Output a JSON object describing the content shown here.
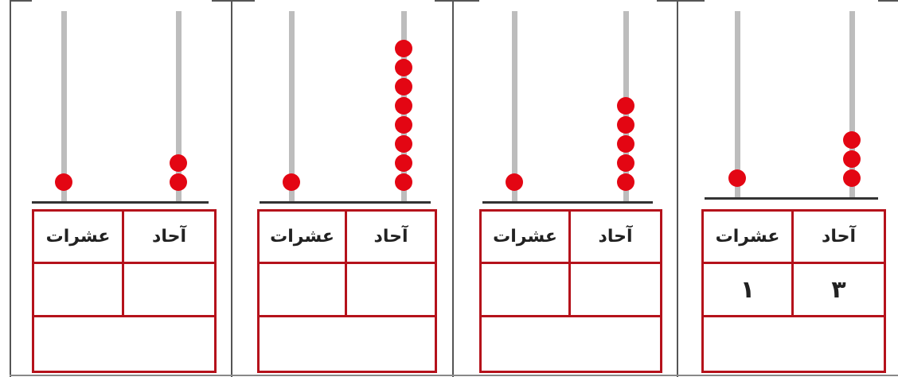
{
  "panels": [
    {
      "tens_label": "عشرات",
      "ones_label": "آحاد",
      "tens_beads": 1,
      "ones_beads": 2,
      "tens_value": "",
      "ones_value": ""
    },
    {
      "tens_label": "عشرات",
      "ones_label": "آحاد",
      "tens_beads": 1,
      "ones_beads": 8,
      "tens_value": "",
      "ones_value": ""
    },
    {
      "tens_label": "عشرات",
      "ones_label": "آحاد",
      "tens_beads": 1,
      "ones_beads": 5,
      "tens_value": "",
      "ones_value": ""
    },
    {
      "tens_label": "عشرات",
      "ones_label": "آحاد",
      "tens_beads": 1,
      "ones_beads": 3,
      "tens_value": "١",
      "ones_value": "٣"
    }
  ],
  "colors": {
    "bead": "#e30613",
    "table_border": "#b5121b",
    "rod": "#bdbdbd"
  }
}
